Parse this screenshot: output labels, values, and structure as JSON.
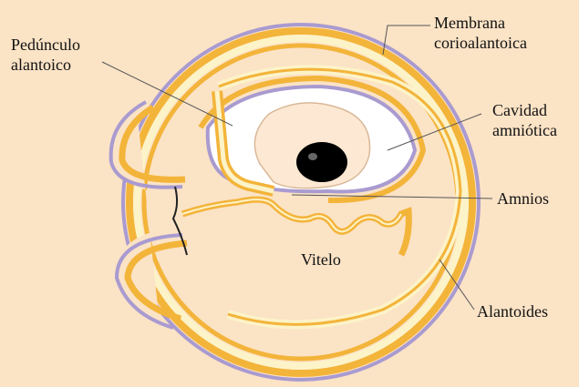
{
  "labels": {
    "pedunculo": [
      "Pedúnculo",
      "alantoico"
    ],
    "membrana": [
      "Membrana",
      "corioalantoica"
    ],
    "cavidad": [
      "Cavidad",
      "amniótica"
    ],
    "amnios": "Amnios",
    "vitelo": "Vitelo",
    "alantoides": "Alantoides"
  },
  "colors": {
    "background": "#fbe3c6",
    "membrane_orange": "#f3b43a",
    "membrane_purple": "#a99bd0",
    "cream": "#fdf3c8",
    "cavity": "#ffffff",
    "eye": "#000000"
  }
}
